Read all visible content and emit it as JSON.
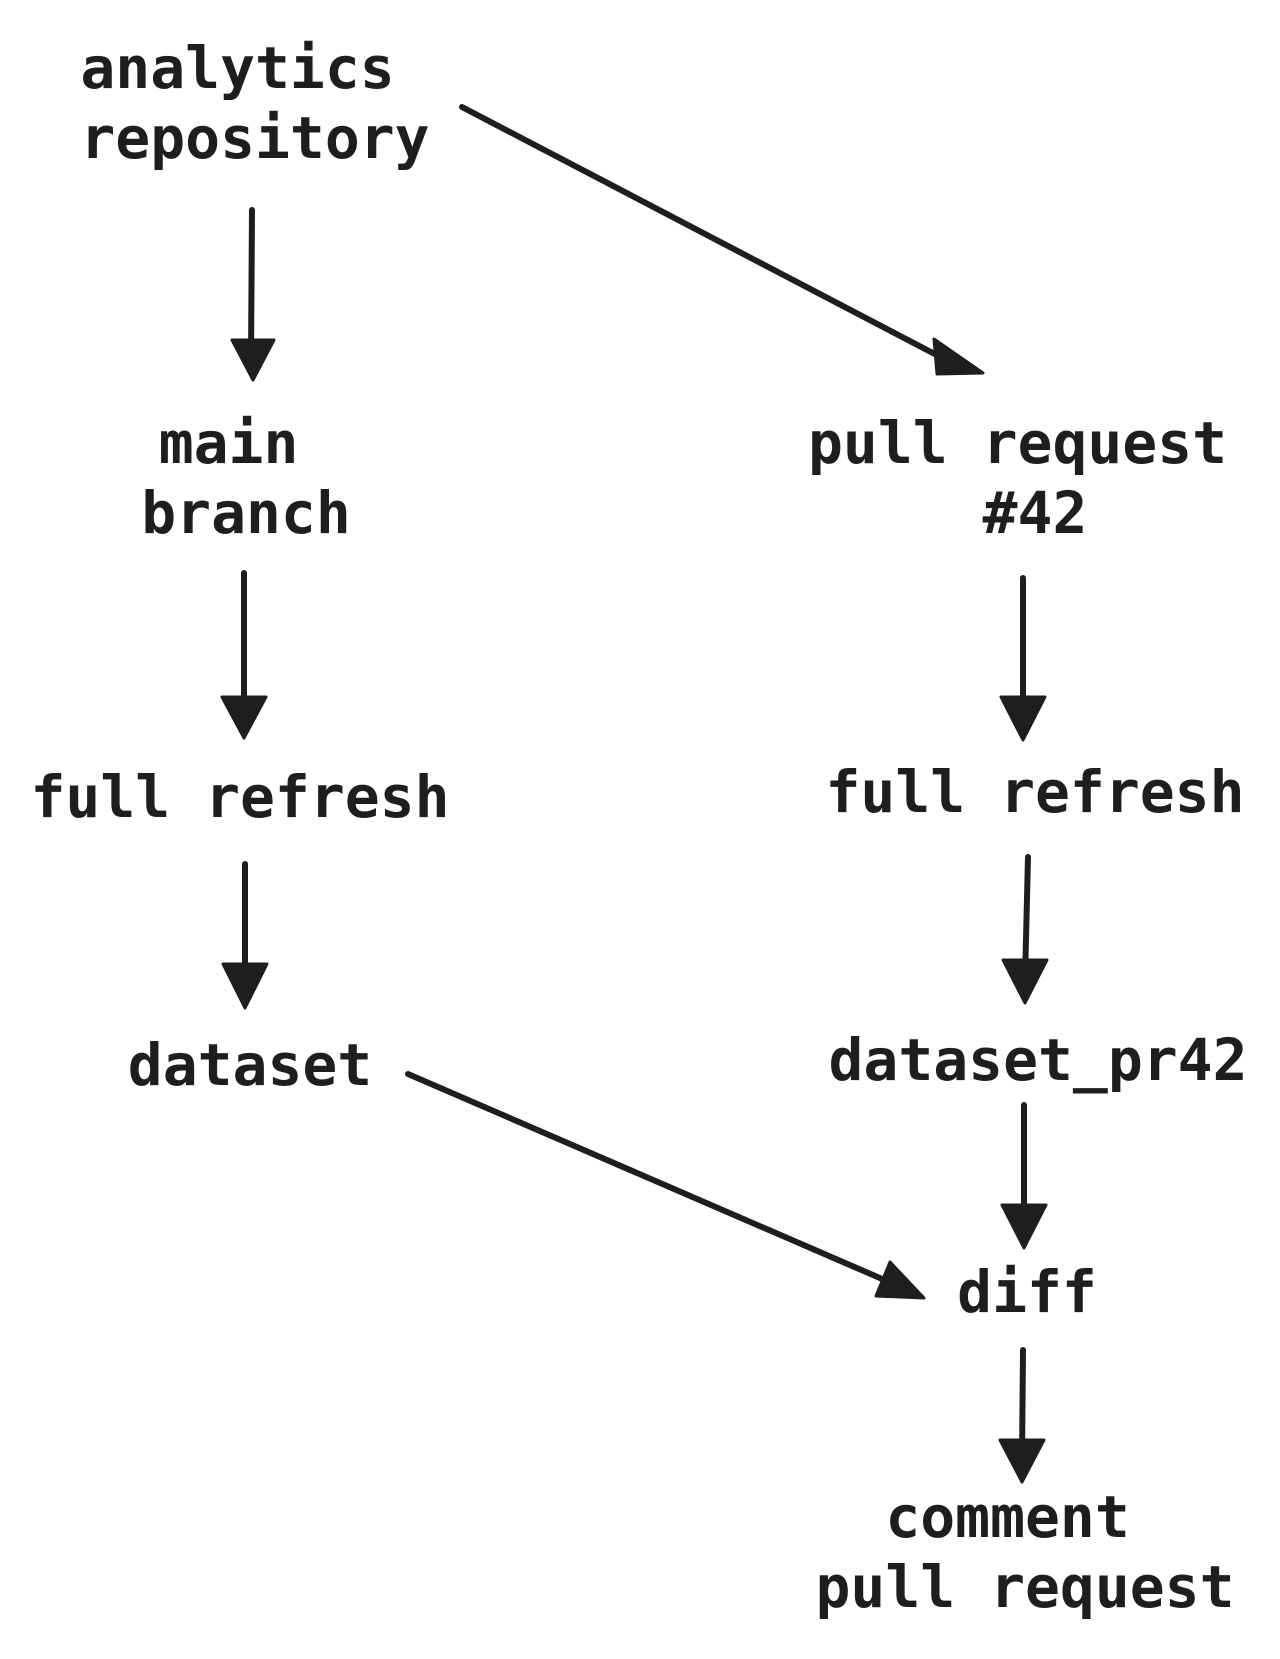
{
  "nodes": {
    "analytics_repository": {
      "lines": [
        "analytics",
        "repository"
      ]
    },
    "main_branch": {
      "lines": [
        "main",
        "branch"
      ]
    },
    "pull_request": {
      "lines": [
        "pull request",
        "#42"
      ]
    },
    "full_refresh_main": {
      "lines": [
        "full refresh"
      ]
    },
    "full_refresh_pr": {
      "lines": [
        "full refresh"
      ]
    },
    "dataset": {
      "lines": [
        "dataset"
      ]
    },
    "dataset_pr42": {
      "lines": [
        "dataset_pr42"
      ]
    },
    "diff": {
      "lines": [
        "diff"
      ]
    },
    "comment": {
      "lines": [
        "comment",
        "pull request"
      ]
    }
  },
  "edges": [
    {
      "from": "analytics_repository",
      "to": "main_branch"
    },
    {
      "from": "analytics_repository",
      "to": "pull_request"
    },
    {
      "from": "main_branch",
      "to": "full_refresh_main"
    },
    {
      "from": "pull_request",
      "to": "full_refresh_pr"
    },
    {
      "from": "full_refresh_main",
      "to": "dataset"
    },
    {
      "from": "full_refresh_pr",
      "to": "dataset_pr42"
    },
    {
      "from": "dataset_pr42",
      "to": "diff"
    },
    {
      "from": "dataset",
      "to": "diff"
    },
    {
      "from": "diff",
      "to": "comment"
    }
  ]
}
